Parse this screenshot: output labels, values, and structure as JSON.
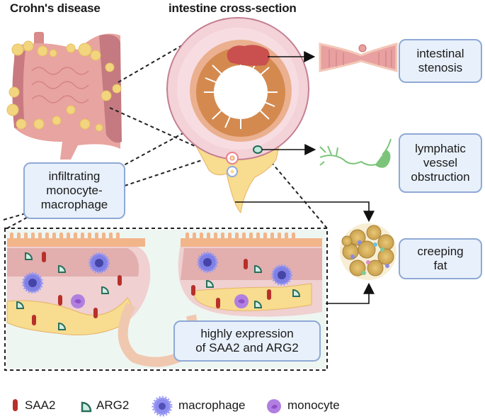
{
  "titles": {
    "crohns": "Crohn's disease",
    "cross_section": "intestine cross-section"
  },
  "boxes": {
    "infiltrating": [
      "infiltrating",
      "monocyte-",
      "macrophage"
    ],
    "stenosis": [
      "intestinal",
      "stenosis"
    ],
    "lymphatic": [
      "lymphatic",
      "vessel",
      "obstruction"
    ],
    "creeping_fat": [
      "creeping",
      "fat"
    ],
    "expression": [
      "highly expression",
      "of SAA2 and ARG2"
    ]
  },
  "legend": [
    {
      "icon": "saa2-icon",
      "label": "SAA2"
    },
    {
      "icon": "arg2-icon",
      "label": "ARG2"
    },
    {
      "icon": "macrophage-icon",
      "label": "macrophage"
    },
    {
      "icon": "monocyte-icon",
      "label": "monocyte"
    }
  ],
  "colors": {
    "box_fill": "#e8f0fb",
    "box_border": "#8fa9d6",
    "saa2": "#b8302a",
    "arg2": "#2a6e5c",
    "macrophage": "#7f7fe6",
    "monocyte": "#a66fd9",
    "fat": "#f8dc8f",
    "lymph": "#7cc47a"
  }
}
